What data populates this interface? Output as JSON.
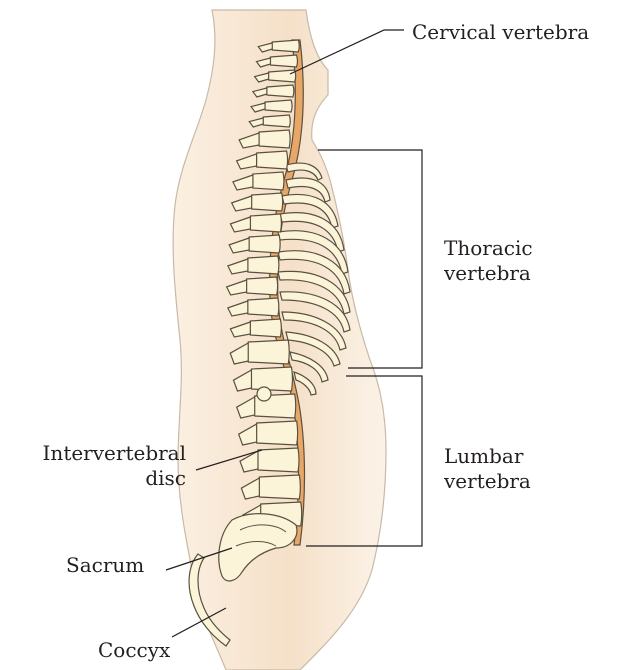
{
  "labels": {
    "cervical": "Cervical vertebra",
    "thoracic_line1": "Thoracic",
    "thoracic_line2": "vertebra",
    "lumbar_line1": "Lumbar",
    "lumbar_line2": "vertebra",
    "intervertebral_line1": "Intervertebral",
    "intervertebral_line2": "disc",
    "sacrum": "Sacrum",
    "coccyx": "Coccyx"
  },
  "colors": {
    "skin": "#f7e6d2",
    "skin_edge": "#c9b9a7",
    "bone": "#fbf4d9",
    "bone_edge": "#5a5040",
    "cord": "#e8a766",
    "line": "#231f20"
  }
}
